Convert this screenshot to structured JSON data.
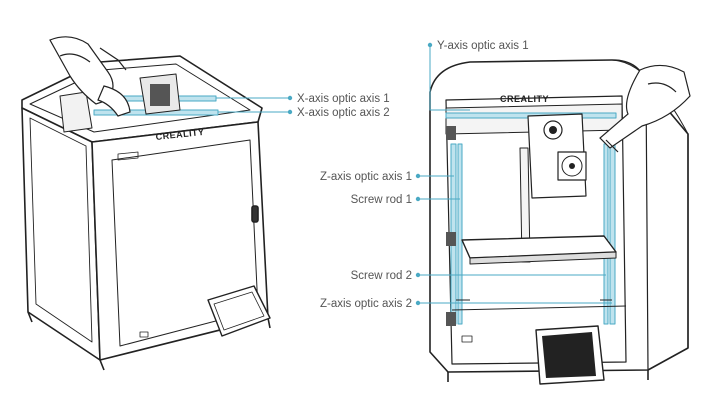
{
  "colors": {
    "outline": "#222222",
    "accent": "#4aa9c4",
    "accent_fill": "#bfe3ee",
    "label_text": "#555555"
  },
  "brand": "CREALITY",
  "callouts": {
    "x_axis_optic_axis_1": "X-axis optic axis 1",
    "x_axis_optic_axis_2": "X-axis optic axis 2",
    "y_axis_optic_axis_1": "Y-axis optic axis 1",
    "z_axis_optic_axis_1": "Z-axis optic axis 1",
    "screw_rod_1": "Screw rod 1",
    "screw_rod_2": "Screw rod 2",
    "z_axis_optic_axis_2": "Z-axis optic axis 2"
  }
}
